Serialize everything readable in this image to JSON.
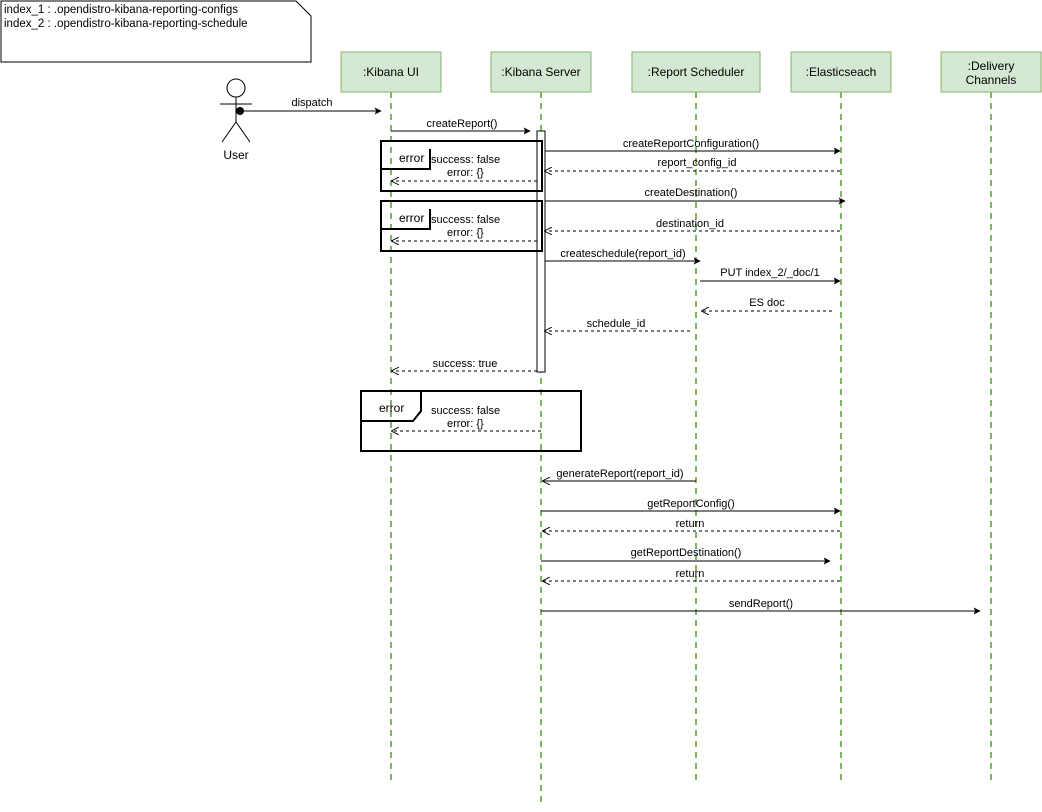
{
  "note": {
    "lines": [
      "index_1 : .opendistro-kibana-reporting-configs",
      "index_2 : .opendistro-kibana-reporting-schedule"
    ]
  },
  "actor": {
    "label": "User"
  },
  "participants": [
    {
      "id": "ui",
      "label_lines": [
        ":Kibana UI"
      ]
    },
    {
      "id": "server",
      "label_lines": [
        ":Kibana Server"
      ]
    },
    {
      "id": "scheduler",
      "label_lines": [
        ":Report Scheduler"
      ]
    },
    {
      "id": "es",
      "label_lines": [
        ":Elasticseach"
      ]
    },
    {
      "id": "delivery",
      "label_lines": [
        ":Delivery",
        "Channels"
      ]
    }
  ],
  "messages": [
    {
      "label": "dispatch",
      "style": "sync",
      "dot": true
    },
    {
      "label": "createReport()",
      "style": "sync"
    },
    {
      "label": "createReportConfiguration()",
      "style": "sync"
    },
    {
      "label": "report_config_id",
      "style": "return"
    },
    {
      "label": "createDestination()",
      "style": "sync"
    },
    {
      "label": "destination_id",
      "style": "return"
    },
    {
      "label": "createschedule(report_id)",
      "style": "sync"
    },
    {
      "label": "PUT index_2/_doc/1",
      "style": "sync"
    },
    {
      "label": "ES doc",
      "style": "return"
    },
    {
      "label": "schedule_id",
      "style": "return"
    },
    {
      "label": "success: true",
      "style": "return"
    },
    {
      "label": "generateReport(report_id)",
      "style": "open"
    },
    {
      "label": "getReportConfig()",
      "style": "sync"
    },
    {
      "label": "return",
      "style": "return"
    },
    {
      "label": "getReportDestination()",
      "style": "sync"
    },
    {
      "label": "return",
      "style": "return"
    },
    {
      "label": "sendReport()",
      "style": "sync"
    }
  ],
  "frames": [
    {
      "tag": "error",
      "lines": [
        "success: false",
        "error: {}"
      ]
    },
    {
      "tag": "error",
      "lines": [
        "success: false",
        "error: {}"
      ]
    },
    {
      "tag": "error",
      "lines": [
        "success: false",
        "error: {}"
      ]
    }
  ],
  "colors": {
    "participant_fill": "#d5e8d4",
    "participant_stroke": "#82b366",
    "lifeline": "#82b366",
    "line": "#000000"
  }
}
